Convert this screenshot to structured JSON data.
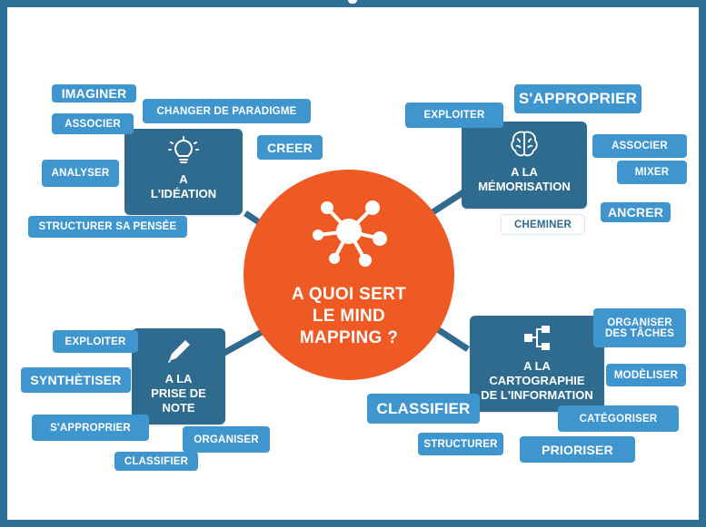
{
  "colors": {
    "frame": "#2e6f96",
    "center": "#ef5a24",
    "hub": "#2f6b8f",
    "tag": "#3f95cd",
    "link": "#2f6b8f"
  },
  "center": {
    "title": "A QUOI SERT\nLE MIND\nMAPPING ?",
    "icon": "network-icon"
  },
  "branches": {
    "ideation": {
      "label": "A\nL'IDÉATION",
      "icon": "lightbulb-icon",
      "tags": [
        "IMAGINER",
        "CHANGER DE PARADIGME",
        "ASSOCIER",
        "CREER",
        "ANALYSER",
        "STRUCTURER SA PENSÉE"
      ]
    },
    "memorisation": {
      "label": "A LA\nMÉMORISATION",
      "icon": "brain-icon",
      "tags": [
        "S'APPROPRIER",
        "EXPLOITER",
        "ASSOCIER",
        "MIXER",
        "ANCRER",
        "CHEMINER"
      ]
    },
    "prise_de_note": {
      "label": "A LA\nPRISE DE\nNOTE",
      "icon": "pencil-icon",
      "tags": [
        "EXPLOITER",
        "SYNTHÈTISER",
        "S'APPROPRIER",
        "ORGANISER",
        "CLASSIFIER"
      ]
    },
    "cartographie": {
      "label": "A LA\nCARTOGRAPHIE\nDE L'INFORMATION",
      "icon": "hierarchy-icon",
      "tags": [
        "ORGANISER\nDES TÂCHES",
        "MODÈLISER",
        "CLASSIFIER",
        "CATÉGORISER",
        "STRUCTURER",
        "PRIORISER"
      ]
    }
  }
}
